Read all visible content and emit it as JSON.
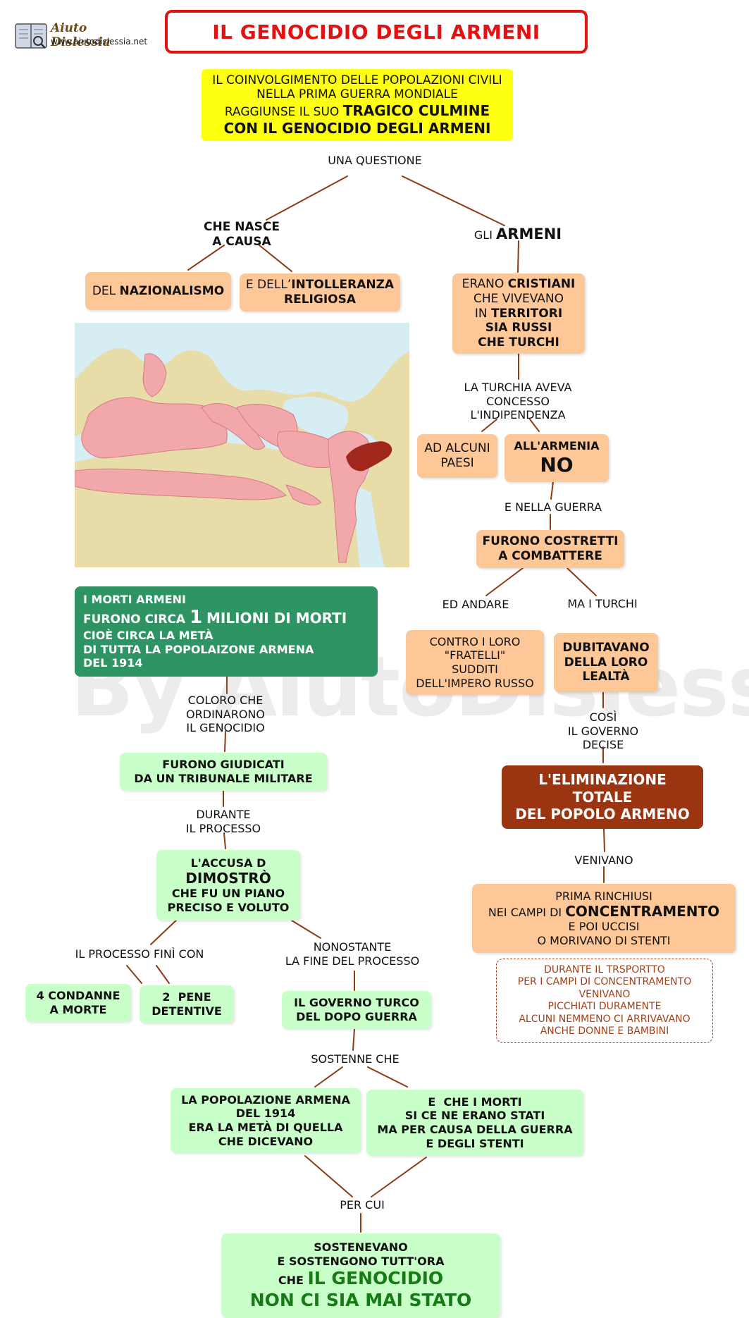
{
  "header": {
    "title": "IL GENOCIDIO DEGLI ARMENI",
    "logo_title": "Aiuto Dislessia",
    "logo_url": "www.aiutodislessia.net"
  },
  "watermark": "By AiutoDislessia.net",
  "colors": {
    "header_border": "#e31212",
    "yellow_box": "#ffff10",
    "orange_box": "#fdc797",
    "green_box": "#c9ffc9",
    "dark_green_box": "#2f9464",
    "brown_box": "#9b3411",
    "connector": "#8b3a14",
    "map_sea": "#d6edf3",
    "map_land": "#e8dca8",
    "map_empire": "#f2a7ab",
    "map_armenia": "#a1261c"
  },
  "intro": {
    "line1": "IL COINVOLGIMENTO DELLE POPOLAZIONI CIVILI",
    "line2": "NELLA PRIMA GUERRA MONDIALE",
    "line3_normal": "RAGGIUNSE IL SUO",
    "line3_bold": "TRAGICO CULMINE",
    "line4": "CON IL GENOCIDIO DEGLI ARMENI"
  },
  "una_questione": "UNA QUESTIONE",
  "che_nasce": {
    "line1": "CHE NASCE",
    "line2": "A CAUSA"
  },
  "gli_armeni": {
    "normal": "GLI",
    "bold": "ARMENI"
  },
  "nazionalismo": {
    "normal": "DEL",
    "bold": "NAZIONALISMO"
  },
  "intolleranza": {
    "normal": "E DELL’",
    "bold1": "INTOLLERANZA",
    "bold2": "RELIGIOSA"
  },
  "erano_cristiani": {
    "l1_normal": "ERANO",
    "l1_bold": "CRISTIANI",
    "l2": "CHE VIVEVANO",
    "l3_normal": "IN",
    "l3_bold": "TERRITORI",
    "l4": "SIA RUSSI",
    "l5": "CHE TURCHI"
  },
  "turchia_concesso": {
    "line1": "LA TURCHIA AVEVA",
    "line2": "CONCESSO",
    "line3": "L'INDIPENDENZA"
  },
  "ad_alcuni": {
    "line1": "AD ALCUNI",
    "line2": "PAESI"
  },
  "armenia_no": {
    "line1": "ALL'ARMENIA",
    "line2": "NO"
  },
  "nella_guerra": "E NELLA GUERRA",
  "costretti": {
    "line1": "FURONO COSTRETTI",
    "line2": "A COMBATTERE"
  },
  "ed_andare": "ED ANDARE",
  "ma_i_turchi": "MA I TURCHI",
  "contro_fratelli": {
    "line1": "CONTRO I LORO",
    "line2": "\"FRATELLI\"",
    "line3": "SUDDITI",
    "line4": "DELL'IMPERO RUSSO"
  },
  "dubitavano": {
    "line1": "DUBITAVANO",
    "line2": "DELLA LORO",
    "line3": "LEALTÀ"
  },
  "cosi_governo": {
    "line1": "COSÌ",
    "line2": "IL GOVERNO",
    "line3": "DECISE"
  },
  "eliminazione": {
    "line1": "L'ELIMINAZIONE",
    "line2": "TOTALE",
    "line3": "DEL POPOLO ARMENO"
  },
  "venivano": "VENIVANO",
  "concentramento": {
    "line1": "PRIMA RINCHIUSI",
    "line2_normal": "NEI CAMPI DI",
    "line2_bold": "CONCENTRAMENTO",
    "line3": "E POI UCCISI",
    "line4": "O MORIVANO DI STENTI"
  },
  "trasporto_note": {
    "line1": "DURANTE IL TRSPORTTO",
    "line2": "PER I CAMPI DI CONCENTRAMENTO",
    "line3": "VENIVANO",
    "line4": "PICCHIATI DURAMENTE",
    "line5": "ALCUNI NEMMENO CI ARRIVAVANO",
    "line6": "ANCHE DONNE E BAMBINI"
  },
  "morti_armeni": {
    "line1": "I MORTI ARMENI",
    "line2_normal": "FURONO CIRCA",
    "line2_num": "1",
    "line2_bold": "MILIONI DI MORTI",
    "line3": "CIOÈ CIRCA LA METÀ",
    "line4": "DI TUTTA LA POPOLAIZONE ARMENA",
    "line5": "DEL 1914"
  },
  "coloro": {
    "line1": "COLORO CHE",
    "line2": "ORDINARONO",
    "line3": "IL GENOCIDIO"
  },
  "giudicati": {
    "line1": "FURONO GIUDICATI",
    "line2": "DA UN TRIBUNALE MILITARE"
  },
  "durante_processo": {
    "line1": "DURANTE",
    "line2": "IL PROCESSO"
  },
  "accusa": {
    "line1": "L'ACCUSA D",
    "line2": "DIMOSTRÒ",
    "line3": "CHE FU UN PIANO",
    "line4": "PRECISO E VOLUTO"
  },
  "processo_fini": "IL PROCESSO FINÌ CON",
  "nonostante": {
    "line1": "NONOSTANTE",
    "line2": "LA FINE DEL PROCESSO"
  },
  "condanne": {
    "line1": "4 CONDANNE",
    "line2": "A MORTE"
  },
  "pene": {
    "line1": "2  PENE",
    "line2": "DETENTIVE"
  },
  "governo_turco": {
    "line1": "IL GOVERNO TURCO",
    "line2": "DEL DOPO GUERRA"
  },
  "sostenne_che": "SOSTENNE CHE",
  "popolazione": {
    "line1": "LA POPOLAZIONE ARMENA",
    "line2": "DEL 1914",
    "line3": "ERA LA METÀ DI QUELLA",
    "line4": "CHE DICEVANO"
  },
  "morti_stenti": {
    "line1": "E  CHE I MORTI",
    "line2": "SI CE NE ERANO STATI",
    "line3": "MA PER CAUSA DELLA GUERRA",
    "line4": "E DEGLI STENTI"
  },
  "per_cui": "PER CUI",
  "conclusione": {
    "line1": "SOSTENEVANO",
    "line2": "E SOSTENGONO TUTT'ORA",
    "line3_normal": "CHE",
    "line3_big": "IL GENOCIDIO",
    "line4": "NON CI SIA MAI STATO"
  }
}
